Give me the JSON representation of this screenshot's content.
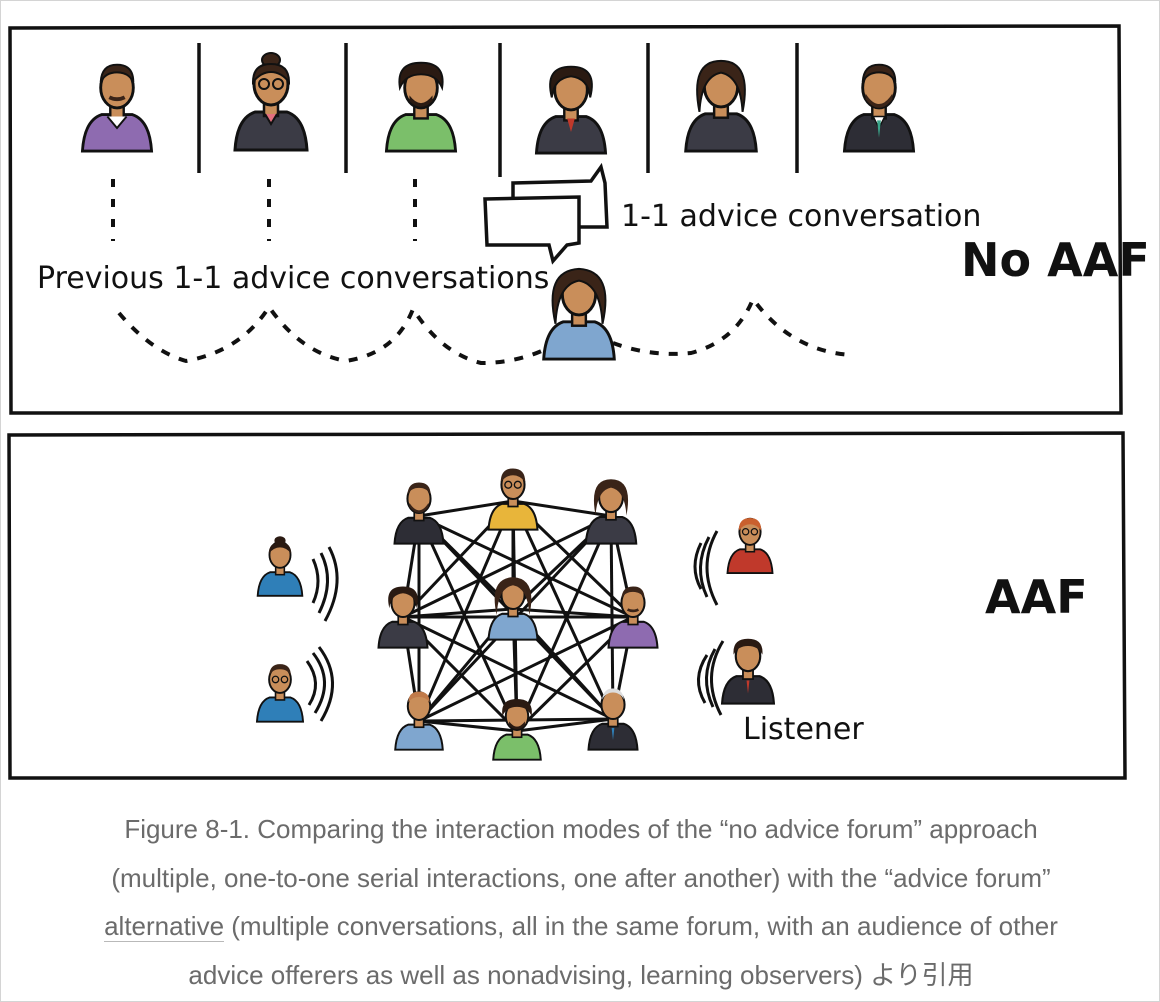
{
  "top_panel": {
    "label": "No AAF",
    "current_conversation_label": "1-1 advice conversation",
    "previous_conversations_label": "Previous 1-1 advice conversations"
  },
  "bottom_panel": {
    "label": "AAF",
    "listener_label": "Listener"
  },
  "caption": {
    "line1": "Figure 8-1. Comparing the interaction modes of the “no advice forum” approach",
    "line2": "(multiple, one-to-one serial interactions, one after another) with the “advice forum”",
    "line3_link": "alternative",
    "line3_rest": " (multiple conversations, all in the same forum, with an audience of other",
    "line4": "advice offerers as well as nonadvising, learning observers) より引用"
  },
  "colors": {
    "purple_shirt": "#8e6bb0",
    "green_shirt": "#7bbf6a",
    "blue_shirt": "#7fa6cf",
    "yellow_shirt": "#e8b53a",
    "red_shirt": "#c0392b",
    "dark_suit": "#2d2d35",
    "teal_blue_shirt": "#2f7fb8"
  }
}
